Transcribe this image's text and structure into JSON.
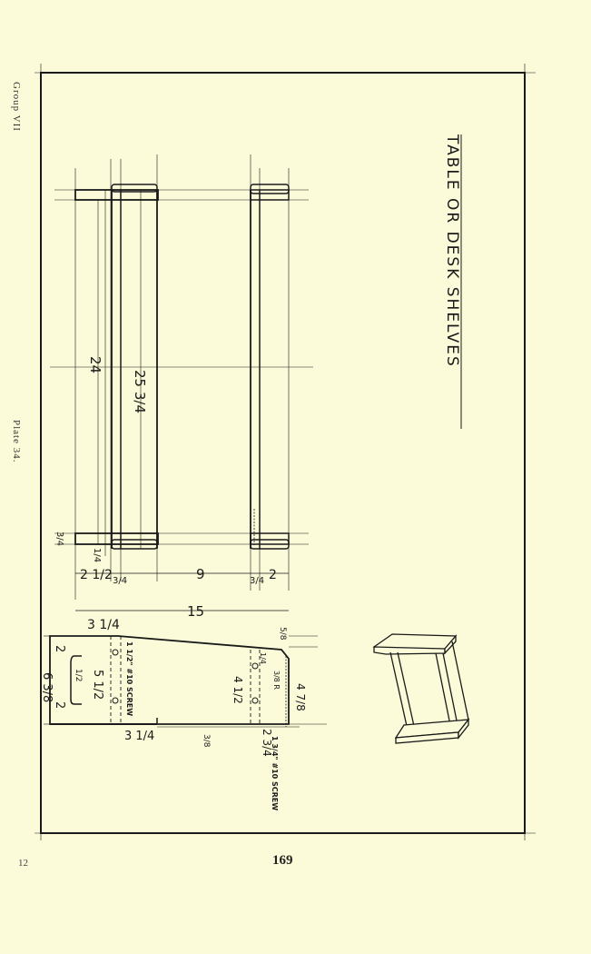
{
  "margin": {
    "group": "Group VII",
    "plate": "Plate 34.",
    "left_number": "12",
    "page_number": "169"
  },
  "drawing": {
    "title": "TABLE OR DESK SHELVES",
    "top_view": {
      "overall_length": "24",
      "side_length": "25 3/4",
      "thickness_left": "3/4",
      "end_gap": "1/4"
    },
    "spacing": {
      "a": "2 1/2",
      "b": "3/4",
      "c": "9",
      "d": "3/4",
      "e": "2",
      "overall": "15"
    },
    "end_view": {
      "top_offset": "3 1/4",
      "left_top": "2",
      "left_mid": "1/2",
      "slot": "5 1/2",
      "height": "6 3/8",
      "left_bottom": "2",
      "bottom_offset": "3 1/4",
      "bottom_height": "3/8",
      "right_offset": "2 3/4",
      "right_top": "5/8",
      "right_side": "4 7/8",
      "inner_height": "4 1/2",
      "inner_top": "1/4",
      "radius": "3/8 R",
      "screw_note_1": "1 1/2\" #10 SCREW",
      "screw_note_2": "1 3/4\" #10 SCREW"
    }
  }
}
